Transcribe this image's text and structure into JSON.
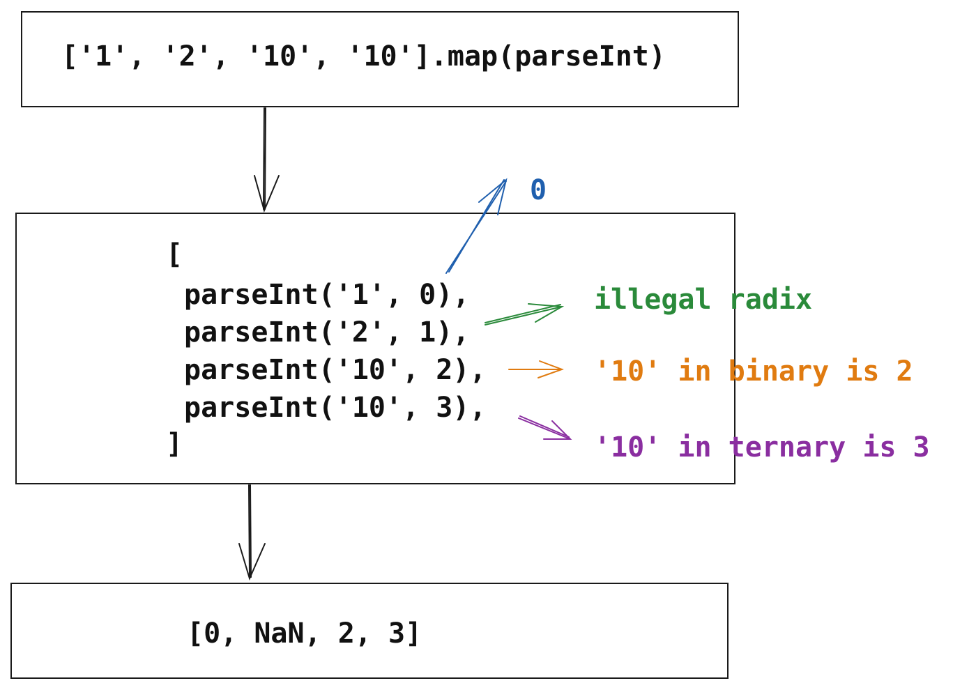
{
  "diagram": {
    "input_code": "['1', '2', '10', '10'].map(parseInt)",
    "expanded": {
      "open": "[",
      "lines": [
        "parseInt('1', 0),",
        "parseInt('2', 1),",
        "parseInt('10', 2),",
        "parseInt('10', 3),"
      ],
      "close": "]"
    },
    "annotations": [
      {
        "text": "0",
        "color": "#1f5fae"
      },
      {
        "text": "illegal radix",
        "color": "#2a8a3a"
      },
      {
        "text": "'10' in binary is 2",
        "color": "#e07b10"
      },
      {
        "text": "'10' in ternary is 3",
        "color": "#8a2ea0"
      }
    ],
    "result_code": "[0, NaN, 2, 3]"
  }
}
